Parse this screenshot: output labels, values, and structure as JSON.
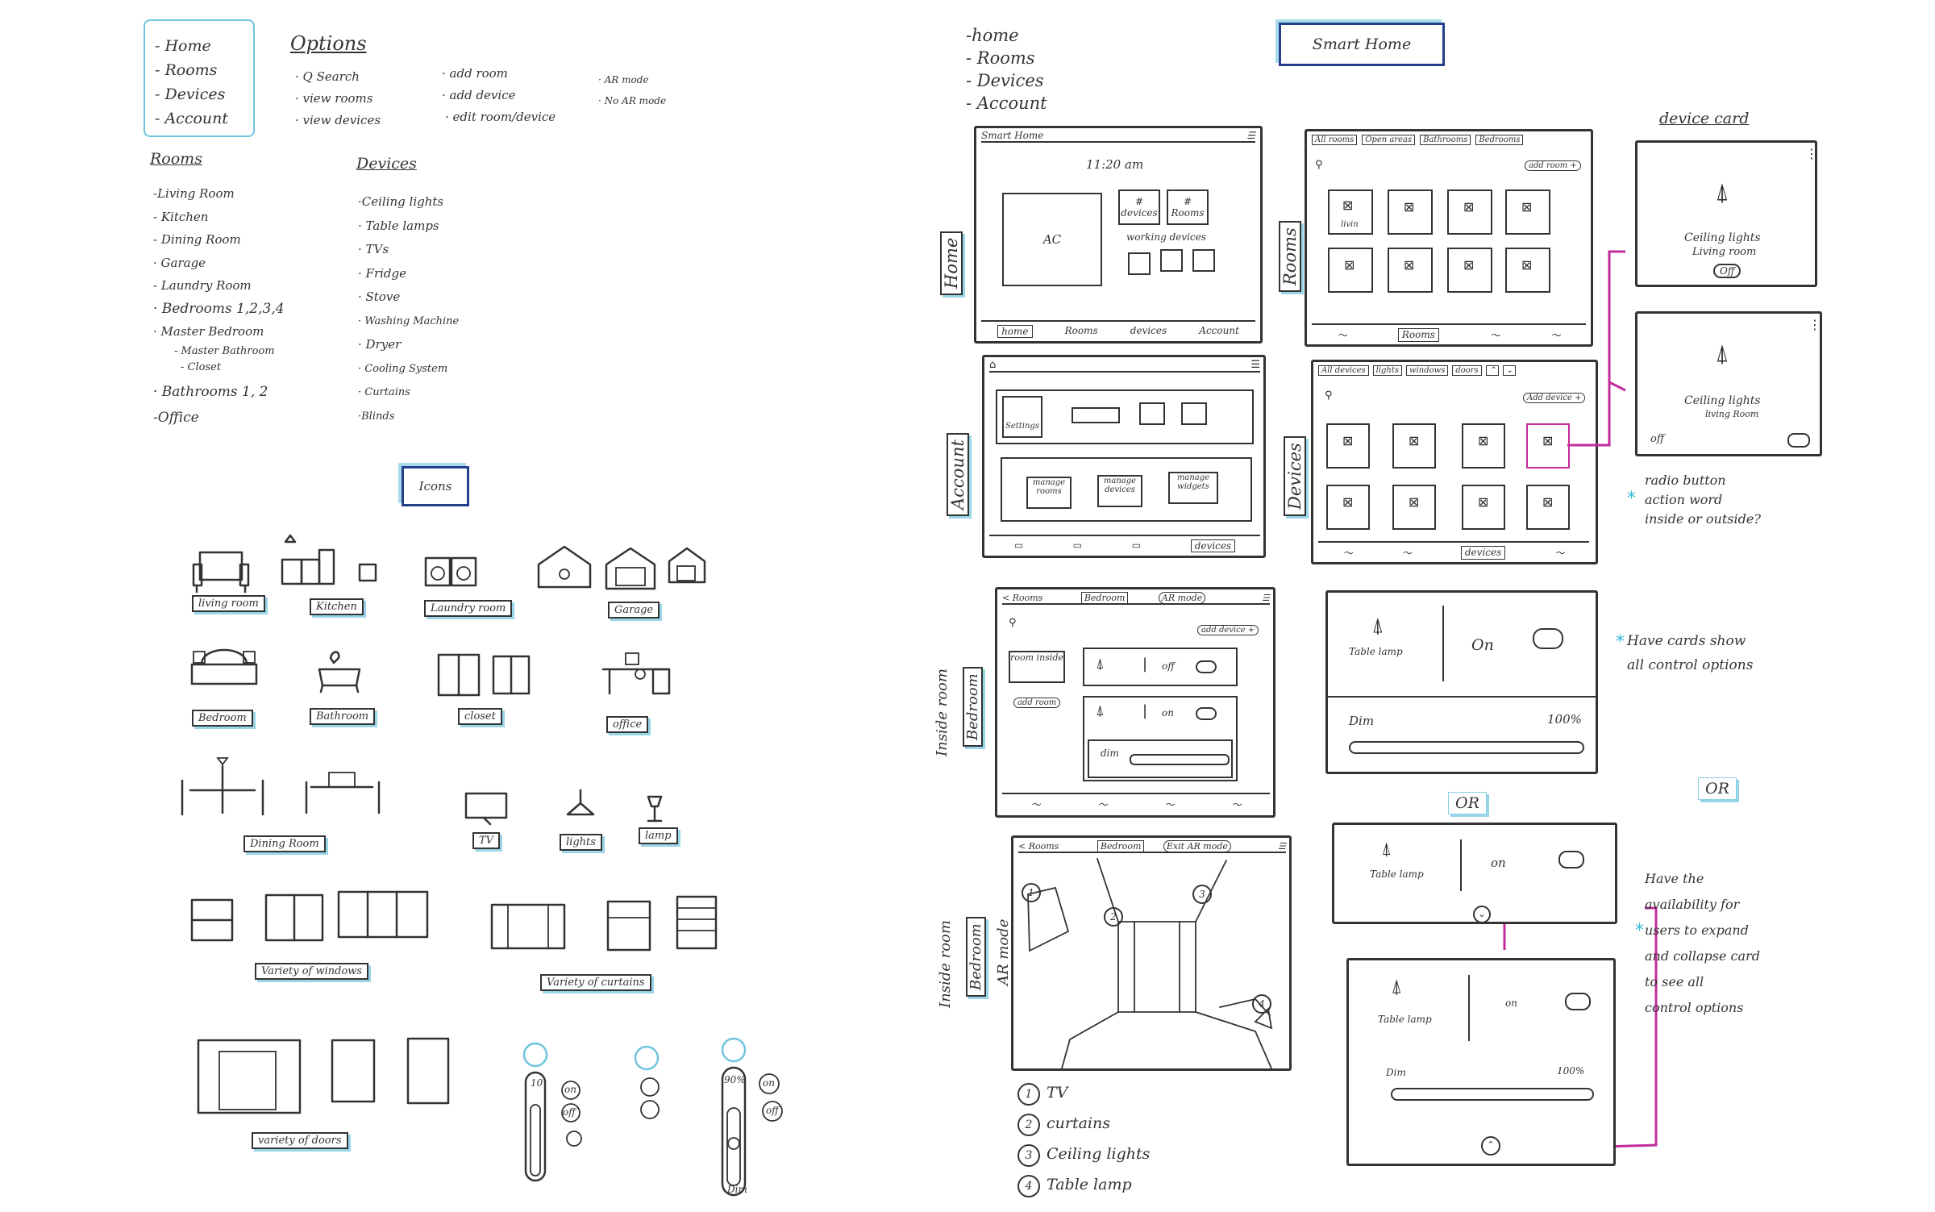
{
  "left_sheet": {
    "nav_list": [
      "- Home",
      "- Rooms",
      "- Devices",
      "- Account"
    ],
    "options": {
      "title": "Options",
      "col1": [
        "· Q Search",
        "· view rooms",
        "· view devices"
      ],
      "col2": [
        "· add room",
        "· add device",
        "· edit room/device"
      ],
      "col3": [
        "· AR mode",
        "· No AR mode"
      ]
    },
    "rooms": {
      "title": "Rooms",
      "items": [
        "-Living Room",
        "- Kitchen",
        "- Dining Room",
        "· Garage",
        "- Laundry Room",
        "· Bedrooms 1,2,3,4",
        "· Master Bedroom",
        "- Master Bathroom",
        "- Closet",
        "· Bathrooms 1, 2",
        "-Office"
      ]
    },
    "devices": {
      "title": "Devices",
      "items": [
        "·Ceiling lights",
        "· Table lamps",
        "· TVs",
        "· Fridge",
        "· Stove",
        "· Washing Machine",
        "· Dryer",
        "· Cooling System",
        "· Curtains",
        "·Blinds"
      ]
    },
    "icons_title": "Icons",
    "icon_labels": {
      "living_room": "living room",
      "kitchen": "Kitchen",
      "laundry_room": "Laundry room",
      "garage": "Garage",
      "bedroom": "Bedroom",
      "bathroom": "Bathroom",
      "closet": "closet",
      "office": "office",
      "dining_room": "Dining Room",
      "tv": "TV",
      "lights": "lights",
      "lamp": "lamp",
      "windows": "Variety of windows",
      "curtains": "Variety of curtains",
      "doors": "variety of doors"
    },
    "slider_labels": {
      "s1_top": "10",
      "s1_btns": [
        "on",
        "off"
      ],
      "s3_top": "90%",
      "s3_btns": [
        "on",
        "off"
      ],
      "s3_bottom": "Dim"
    }
  },
  "right_sheet": {
    "nav_list": [
      "-home",
      "- Rooms",
      "- Devices",
      "- Account"
    ],
    "title": "Smart Home",
    "home_screen": {
      "side_label": "Home",
      "header": "Smart Home",
      "time": "11:20 am",
      "ac_label": "AC",
      "tile_devices": "# devices",
      "tile_rooms": "# Rooms",
      "working_devices": "working devices",
      "tabs": [
        "home",
        "Rooms",
        "devices",
        "Account"
      ]
    },
    "rooms_screen": {
      "side_label": "Rooms",
      "filters": [
        "All rooms",
        "Open areas",
        "Bathrooms",
        "Bedrooms"
      ],
      "add_button": "add room +",
      "first_tile": "livin",
      "tabs": [
        "",
        "Rooms",
        "",
        ""
      ]
    },
    "account_screen": {
      "side_label": "Account",
      "header_symbol": "⌂",
      "settings": "Settings",
      "manage": [
        "manage rooms",
        "manage devices",
        "manage widgets"
      ],
      "tabs": [
        "",
        "",
        "",
        "devices"
      ]
    },
    "devices_screen": {
      "side_label": "Devices",
      "filters": [
        "All devices",
        "lights",
        "windows",
        "doors"
      ],
      "add_button": "Add device +",
      "tabs": [
        "",
        "",
        "devices",
        ""
      ]
    },
    "device_card": {
      "title": "device card",
      "card1": {
        "line1": "Ceiling lights",
        "line2": "Living room",
        "button": "Off"
      },
      "card2": {
        "line1": "Ceiling lights",
        "line2": "living Room",
        "status": "off"
      }
    },
    "radio_note": [
      "radio button",
      "action word",
      "inside or outside?"
    ],
    "inside_room": {
      "side_label_1": "Inside room",
      "side_label_2": "Bedroom",
      "back": "< Rooms",
      "room_tab": "Bedroom",
      "ar_button": "AR mode",
      "add_button": "add device +",
      "room_inside": "room inside",
      "add_room": "add room",
      "row1_status": "off",
      "row2_status": "on",
      "dim_label": "dim"
    },
    "big_card": {
      "name": "Table lamp",
      "status": "On",
      "dim": "Dim",
      "pct": "100%"
    },
    "cards_note": [
      "Have cards show",
      "all control options"
    ],
    "or_labels": [
      "OR",
      "OR"
    ],
    "collapsed_card": {
      "name": "Table lamp",
      "status": "on"
    },
    "expanded_card": {
      "name": "Table lamp",
      "status": "on",
      "dim": "Dim",
      "pct": "100%"
    },
    "expand_note": [
      "Have the",
      "availability for",
      "users to expand",
      "and collapse card",
      "to see all",
      "control options"
    ],
    "ar_screen": {
      "side_label_1": "Inside room",
      "side_label_2": "Bedroom",
      "side_label_3": "AR mode",
      "back": "< Rooms",
      "room_tab": "Bedroom",
      "exit_button": "Exit AR mode",
      "markers": [
        "1",
        "2",
        "3",
        "4"
      ]
    },
    "legend": [
      {
        "num": "1",
        "label": "TV"
      },
      {
        "num": "2",
        "label": "curtains"
      },
      {
        "num": "3",
        "label": "Ceiling lights"
      },
      {
        "num": "4",
        "label": "Table lamp"
      }
    ]
  },
  "colors": {
    "ink": "#333333",
    "highlight_blue": "#6fc4de",
    "navy": "#24408a",
    "magenta": "#c22d9b"
  }
}
